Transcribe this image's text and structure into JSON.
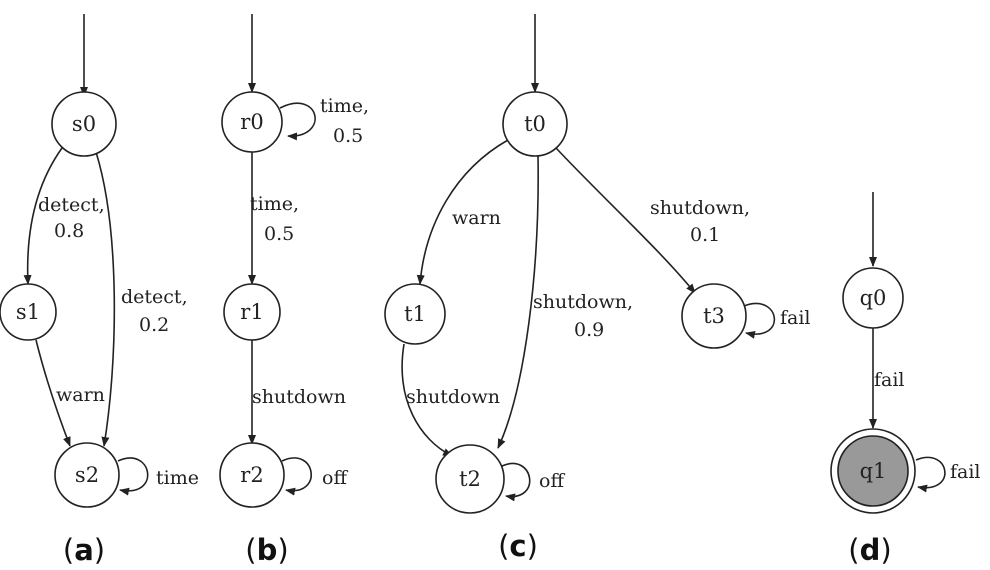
{
  "panels": {
    "a": {
      "label_open": "(",
      "label_letter": "a",
      "label_close": ")",
      "nodes": [
        "s0",
        "s1",
        "s2"
      ],
      "edges": [
        {
          "from": "s0",
          "to": "s1",
          "line1": "detect,",
          "line2": "0.8"
        },
        {
          "from": "s0",
          "to": "s2",
          "line1": "detect,",
          "line2": "0.2"
        },
        {
          "from": "s1",
          "to": "s2",
          "line1": "warn"
        },
        {
          "from": "s2",
          "to": "s2",
          "line1": "time"
        }
      ]
    },
    "b": {
      "label_open": "(",
      "label_letter": "b",
      "label_close": ")",
      "nodes": [
        "r0",
        "r1",
        "r2"
      ],
      "edges": [
        {
          "from": "r0",
          "to": "r0",
          "line1": "time,",
          "line2": "0.5"
        },
        {
          "from": "r0",
          "to": "r1",
          "line1": "time,",
          "line2": "0.5"
        },
        {
          "from": "r1",
          "to": "r2",
          "line1": "shutdown"
        },
        {
          "from": "r2",
          "to": "r2",
          "line1": "off"
        }
      ]
    },
    "c": {
      "label_open": "(",
      "label_letter": "c",
      "label_close": ")",
      "nodes": [
        "t0",
        "t1",
        "t2",
        "t3"
      ],
      "edges": [
        {
          "from": "t0",
          "to": "t1",
          "line1": "warn"
        },
        {
          "from": "t0",
          "to": "t2",
          "line1": "shutdown,",
          "line2": "0.9"
        },
        {
          "from": "t0",
          "to": "t3",
          "line1": "shutdown,",
          "line2": "0.1"
        },
        {
          "from": "t1",
          "to": "t2",
          "line1": "shutdown"
        },
        {
          "from": "t2",
          "to": "t2",
          "line1": "off"
        },
        {
          "from": "t3",
          "to": "t3",
          "line1": "fail"
        }
      ]
    },
    "d": {
      "label_open": "(",
      "label_letter": "d",
      "label_close": ")",
      "nodes": [
        "q0",
        "q1"
      ],
      "accepting": "q1",
      "accepting_fill": "#999999",
      "edges": [
        {
          "from": "q0",
          "to": "q1",
          "line1": "fail"
        },
        {
          "from": "q1",
          "to": "q1",
          "line1": "fail"
        }
      ]
    }
  }
}
